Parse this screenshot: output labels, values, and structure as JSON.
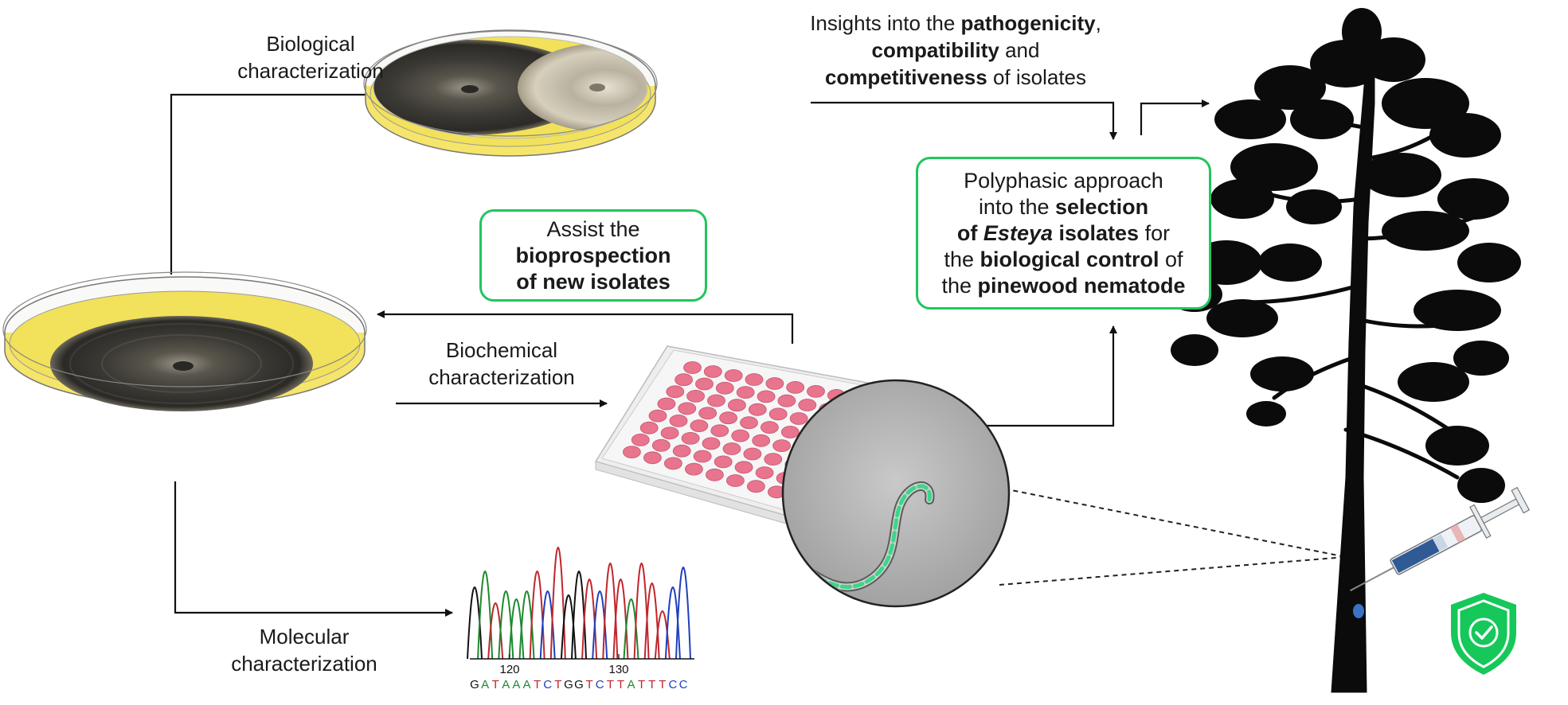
{
  "labels": {
    "biological": [
      "Biological",
      "characterization"
    ],
    "biochemical": [
      "Biochemical",
      "characterization"
    ],
    "molecular": [
      "Molecular",
      "characterization"
    ],
    "insights": {
      "l1_pre": "Insights into the ",
      "l1_bold": "pathogenicity",
      "l1_post": ",",
      "l2_bold": "compatibility",
      "l2_post": " and",
      "l3_bold": "competitiveness",
      "l3_post": " of isolates"
    }
  },
  "assist_box": {
    "line1": "Assist the",
    "line2": "bioprospection",
    "line3": "of new isolates"
  },
  "polyphasic_box": {
    "line1": "Polyphasic approach",
    "line2_pre": "into the ",
    "line2_bold": "selection",
    "line3_bold_pre": "of ",
    "line3_italic": "Esteya",
    "line3_bold_post": " isolates",
    "line3_post": " for",
    "line4_pre": "the ",
    "line4_bold": "biological control",
    "line4_post": " of",
    "line5_pre": "the ",
    "line5_bold": "pinewood nematode"
  },
  "chromatogram": {
    "tick_120": "120",
    "tick_130": "130",
    "sequence": [
      "G",
      "A",
      "T",
      "A",
      "A",
      "A",
      "T",
      "C",
      "T",
      "G",
      "G",
      "T",
      "C",
      "T",
      "T",
      "A",
      "T",
      "T",
      "T",
      "C",
      "C"
    ]
  },
  "colors": {
    "accent_green": "#22c55e",
    "agar_yellow": "#f5e56b",
    "well_pink": "#e8748e",
    "base_G": "#111111",
    "base_A": "#1e8a2e",
    "base_T": "#c0262c",
    "base_C": "#1f3fbf"
  }
}
